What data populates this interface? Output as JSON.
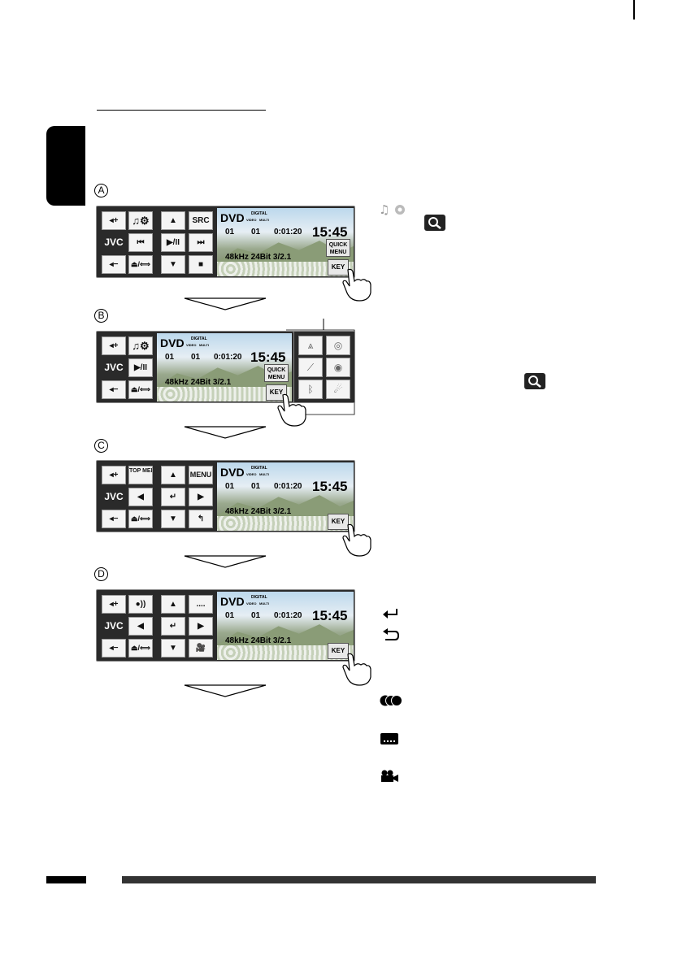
{
  "steps": {
    "a": "A",
    "b": "B",
    "c": "C",
    "d": "D"
  },
  "display": {
    "source": "DVD",
    "digital_label": "DIGITAL",
    "video_label": "VIDEO",
    "multi_label": "MULTI",
    "title_num": "01",
    "chapter_num": "01",
    "time": "0:01:20",
    "clock": "15:45",
    "audio_info": "48kHz  24Bit  3/2.1"
  },
  "screen_a": {
    "jvc": "JVC",
    "src": "SRC",
    "quick_menu": "QUICK MENU",
    "key": "KEY"
  },
  "screen_b": {
    "jvc": "JVC",
    "quick_menu": "QUICK MENU",
    "key": "KEY"
  },
  "screen_c": {
    "jvc": "JVC",
    "top_menu": "TOP MENU",
    "menu": "MENU",
    "key": "KEY"
  },
  "screen_d": {
    "jvc": "JVC",
    "subtitle_btn": "....",
    "key": "KEY"
  },
  "colors": {
    "screen_bg": "#2a2a2a",
    "button_bg": "#f4f4f4",
    "bar": "#000000"
  }
}
